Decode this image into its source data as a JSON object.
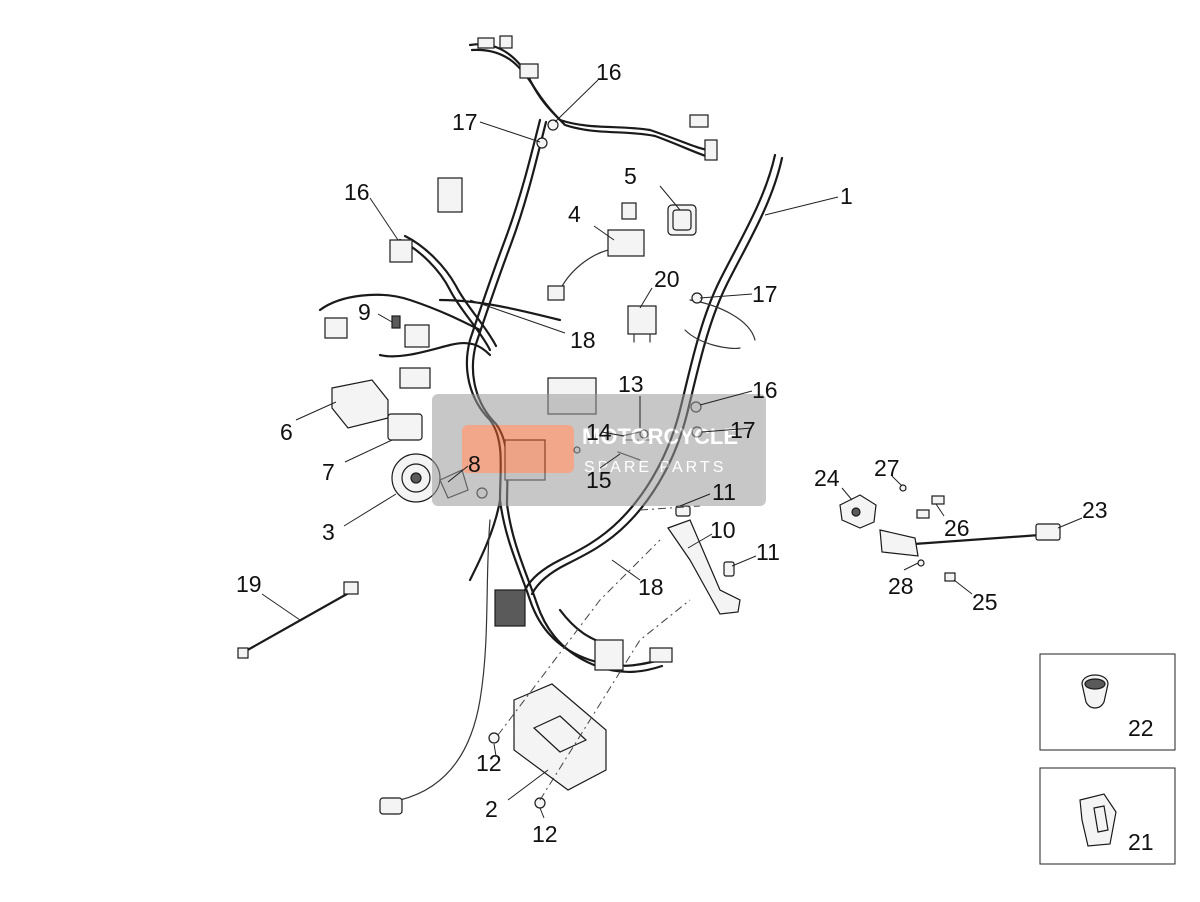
{
  "watermark": {
    "brand_line1": "MOTORCYCLE",
    "brand_line2": "SPARE PARTS",
    "accent_color": "#e8612c",
    "panel_color": "#9a9a9a"
  },
  "callouts": {
    "c1": "1",
    "c2": "2",
    "c3": "3",
    "c4": "4",
    "c5": "5",
    "c6": "6",
    "c7": "7",
    "c8": "8",
    "c9": "9",
    "c10": "10",
    "c11a": "11",
    "c11b": "11",
    "c12a": "12",
    "c12b": "12",
    "c13": "13",
    "c14": "14",
    "c15": "15",
    "c16a": "16",
    "c16b": "16",
    "c16c": "16",
    "c17a": "17",
    "c17b": "17",
    "c17c": "17",
    "c18a": "18",
    "c18b": "18",
    "c19": "19",
    "c20": "20",
    "c21": "21",
    "c22": "22",
    "c23": "23",
    "c24": "24",
    "c25": "25",
    "c26": "26",
    "c27": "27",
    "c28": "28"
  }
}
